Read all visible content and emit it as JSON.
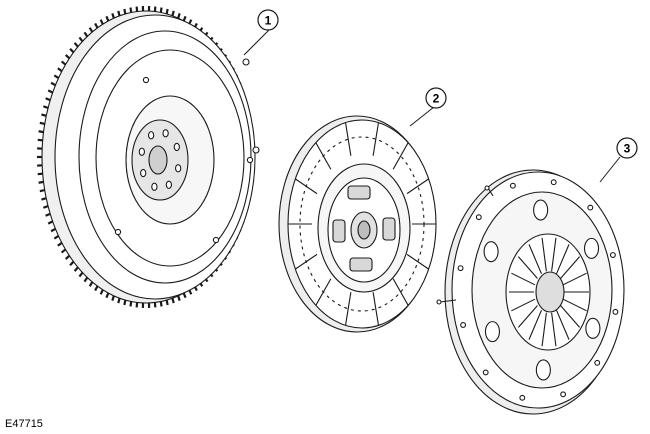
{
  "figure": {
    "reference_id": "E47715"
  },
  "components": [
    {
      "callout": "1",
      "part": "flywheel"
    },
    {
      "callout": "2",
      "part": "clutch-disc"
    },
    {
      "callout": "3",
      "part": "pressure-plate"
    }
  ],
  "colors": {
    "line": "#1a1a1a",
    "fill": "#ffffff",
    "shade": "#e6e6e6",
    "friction": "#d0d0d0"
  }
}
